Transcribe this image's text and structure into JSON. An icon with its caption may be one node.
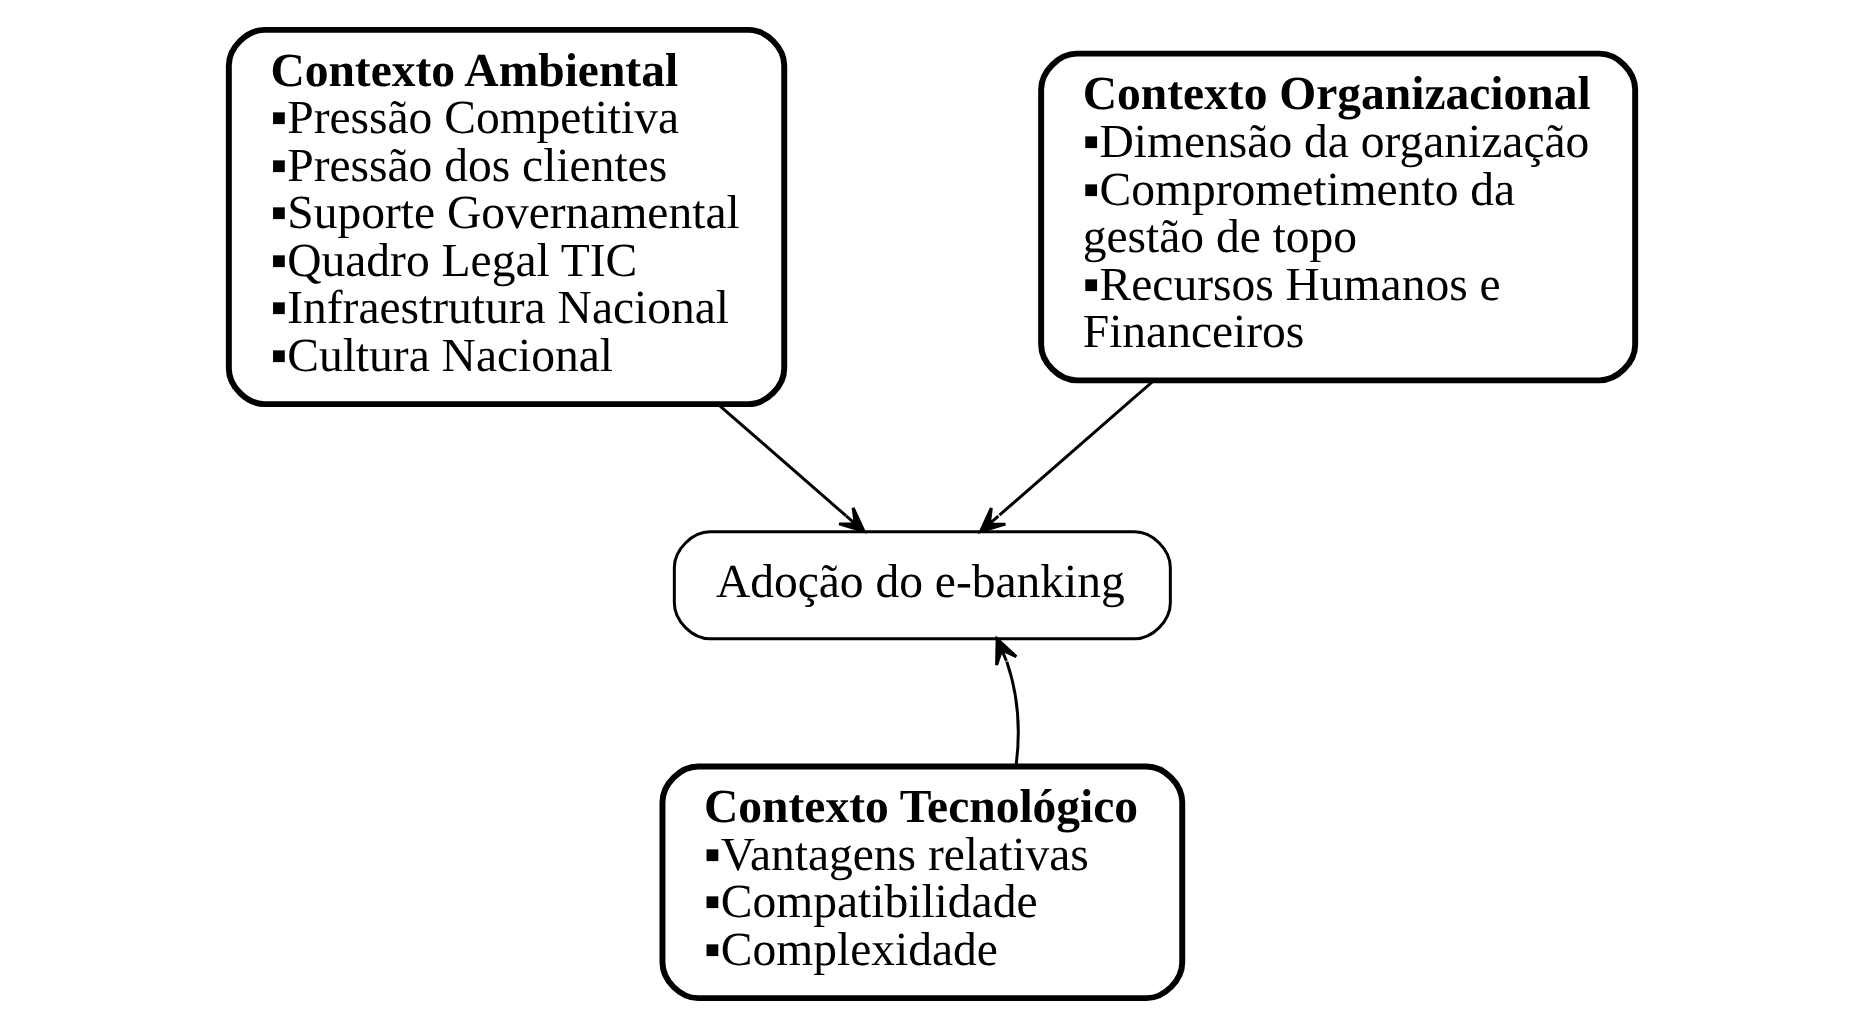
{
  "diagram": {
    "nodes": [
      {
        "text": [
          "Contexto Ambiental",
          "▪Pressão Competitiva",
          "▪Pressão dos clientes",
          "▪Suporte Governamental",
          "▪Quadro Legal TIC",
          "▪Infraestrutura Nacional",
          "▪Cultura Nacional"
        ]
      },
      {
        "text": [
          "Contexto Organizacional",
          "▪Dimensão da organização",
          "▪Comprometimento da gestão de topo",
          "▪Recursos Humanos e Financeiros"
        ]
      },
      {
        "text": [
          "Adoção do e-banking"
        ]
      },
      {
        "text": [
          "Contexto Tecnológico",
          "▪Vantagens relativas",
          "▪Compatibilidade",
          "▪Complexidade"
        ]
      }
    ],
    "edges": [
      {
        "from": 0,
        "to": 2,
        "arrow": "to"
      },
      {
        "from": 1,
        "to": 2,
        "arrow": "to"
      },
      {
        "from": 3,
        "to": 2,
        "arrow": "to"
      }
    ]
  }
}
